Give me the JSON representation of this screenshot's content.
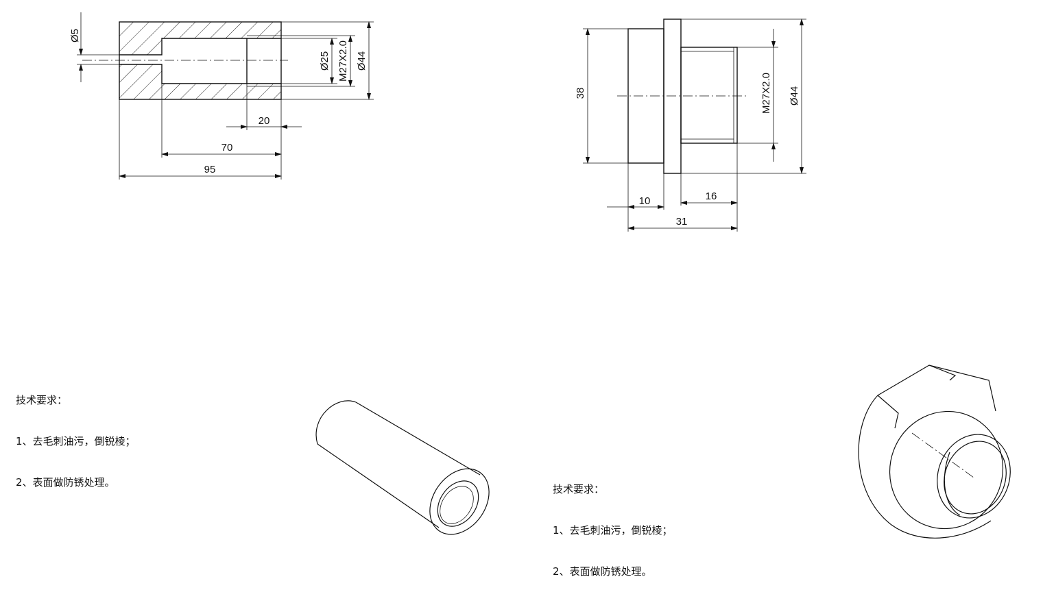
{
  "left_part": {
    "dims": {
      "d_hole": "Ø5",
      "d_bore": "Ø25",
      "thread": "M27X2.0",
      "d_outer": "Ø44",
      "thread_len": "20",
      "bore_len": "70",
      "total_len": "95"
    },
    "notes": {
      "title": "技术要求：",
      "line1": "1、去毛刺油污，倒锐棱；",
      "line2": "2、表面做防锈处理。"
    }
  },
  "right_part": {
    "dims": {
      "height": "38",
      "thread": "M27X2.0",
      "d_outer": "Ø44",
      "flange_len": "10",
      "thread_len": "16",
      "total_len": "31"
    },
    "notes": {
      "title": "技术要求：",
      "line1": "1、去毛刺油污，倒锐棱；",
      "line2": "2、表面做防锈处理。"
    }
  }
}
